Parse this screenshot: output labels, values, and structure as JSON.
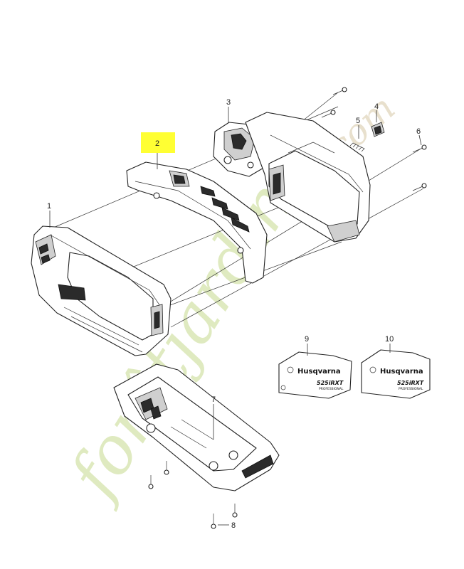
{
  "callouts": {
    "c1": "1",
    "c2": "2",
    "c3": "3",
    "c4": "4",
    "c5": "5",
    "c6": "6",
    "c7": "7",
    "c8": "8",
    "c9": "9",
    "c10": "10"
  },
  "highlight_color": "#ffff33",
  "decals": {
    "left": {
      "brand": "Husqvarna",
      "model": "525iRXT",
      "sub": "PROFESSIONAL"
    },
    "right": {
      "brand": "Husqvarna",
      "model": "525iRXT",
      "sub": "PROFESSIONAL"
    }
  },
  "watermark": {
    "main": "forêtjardin",
    "tail": ".com"
  }
}
